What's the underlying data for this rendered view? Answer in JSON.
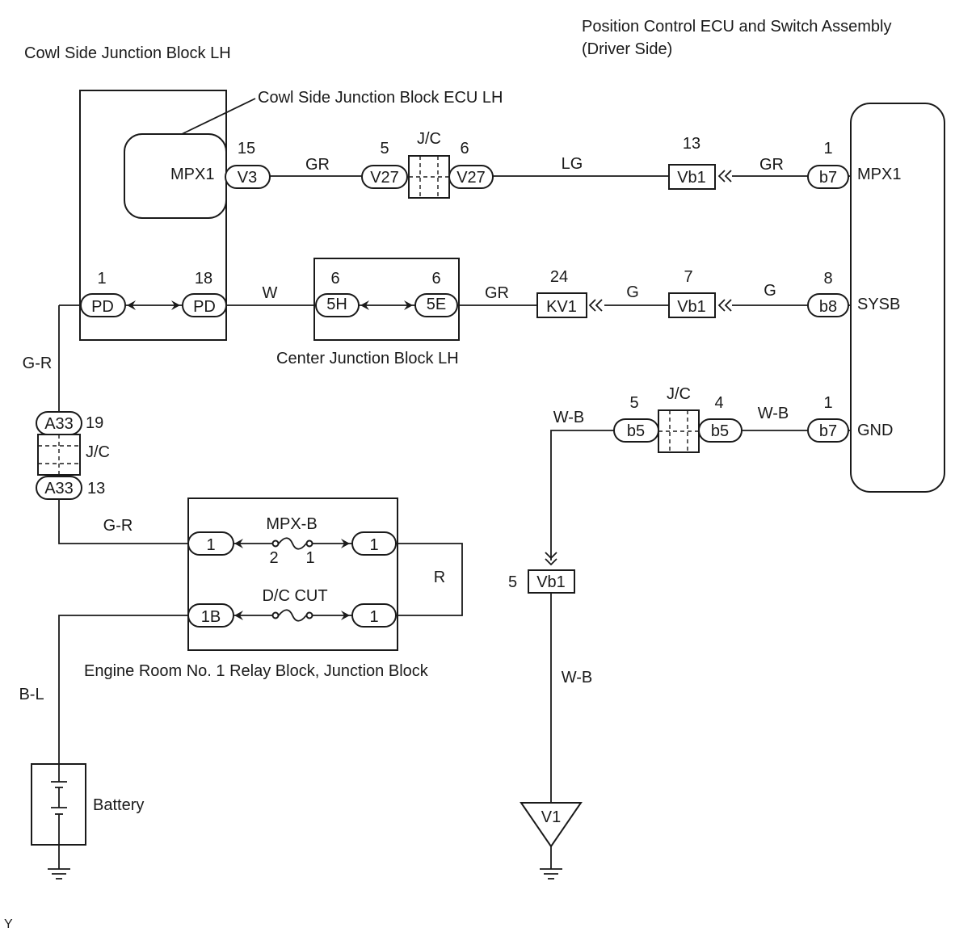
{
  "labels": {
    "cowl_block": "Cowl Side Junction Block LH",
    "cowl_ecu": "Cowl Side Junction Block ECU LH",
    "position_ecu_line1": "Position Control ECU and Switch Assembly",
    "position_ecu_line2": "(Driver Side)",
    "center_block": "Center Junction Block LH",
    "engine_room_block": "Engine Room No. 1 Relay Block, Junction Block",
    "battery": "Battery",
    "footer": "Y"
  },
  "terminals": {
    "mpx1_left": "MPX1",
    "mpx1_right": "MPX1",
    "sysb": "SYSB",
    "gnd": "GND"
  },
  "connectors": {
    "v3": "V3",
    "v27": "V27",
    "vb1": "Vb1",
    "b7": "b7",
    "pd": "PD",
    "c5h": "5H",
    "c5e": "5E",
    "kv1": "KV1",
    "b8": "b8",
    "b5": "b5",
    "a33": "A33",
    "c1": "1",
    "c1b": "1B",
    "v1": "V1"
  },
  "jc_label": "J/C",
  "fuses": {
    "mpxb": "MPX-B",
    "dccut": "D/C CUT",
    "pin2": "2",
    "pin1": "1"
  },
  "wire_colors": {
    "gr": "GR",
    "lg": "LG",
    "w": "W",
    "g": "G",
    "gr_dash": "G-R",
    "wb": "W-B",
    "r": "R",
    "bl": "B-L"
  },
  "pins": {
    "p15": "15",
    "p5": "5",
    "p6": "6",
    "p13": "13",
    "p1": "1",
    "p18": "18",
    "p24": "24",
    "p7": "7",
    "p8": "8",
    "p4": "4",
    "p19": "19"
  }
}
